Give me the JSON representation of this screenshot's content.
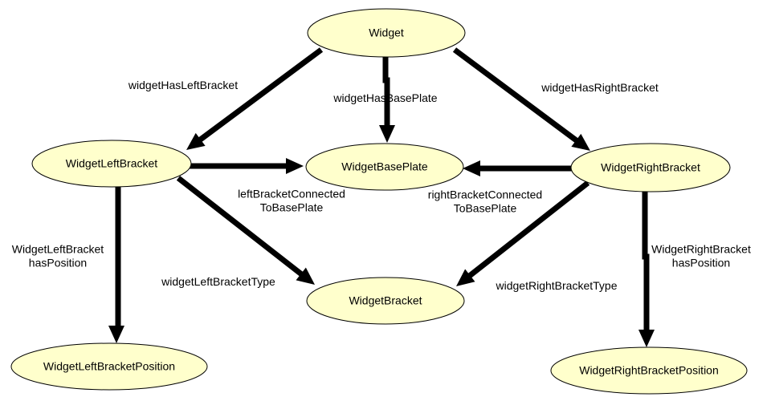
{
  "colors": {
    "node_fill": "#ffffcc",
    "node_stroke": "#000000",
    "edge": "#000000",
    "background": "#ffffff"
  },
  "nodes": [
    {
      "id": "widget",
      "label": "Widget"
    },
    {
      "id": "widget-left-bracket",
      "label": "WidgetLeftBracket"
    },
    {
      "id": "widget-base-plate",
      "label": "WidgetBasePlate"
    },
    {
      "id": "widget-right-bracket",
      "label": "WidgetRightBracket"
    },
    {
      "id": "widget-bracket",
      "label": "WidgetBracket"
    },
    {
      "id": "widget-left-bracket-position",
      "label": "WidgetLeftBracketPosition"
    },
    {
      "id": "widget-right-bracket-position",
      "label": "WidgetRightBracketPosition"
    }
  ],
  "edges": [
    {
      "id": "widget-has-left-bracket",
      "from": "widget",
      "to": "widget-left-bracket",
      "label": [
        "widgetHasLeftBracket"
      ]
    },
    {
      "id": "widget-has-base-plate",
      "from": "widget",
      "to": "widget-base-plate",
      "label": [
        "widgetHasBasePlate"
      ]
    },
    {
      "id": "widget-has-right-bracket",
      "from": "widget",
      "to": "widget-right-bracket",
      "label": [
        "widgetHasRightBracket"
      ]
    },
    {
      "id": "left-bracket-connected-to-base-plate",
      "from": "widget-left-bracket",
      "to": "widget-base-plate",
      "label": [
        "leftBracketConnected",
        "ToBasePlate"
      ]
    },
    {
      "id": "right-bracket-connected-to-base-plate",
      "from": "widget-right-bracket",
      "to": "widget-base-plate",
      "label": [
        "rightBracketConnected",
        "ToBasePlate"
      ]
    },
    {
      "id": "widget-left-bracket-type",
      "from": "widget-left-bracket",
      "to": "widget-bracket",
      "label": [
        "widgetLeftBracketType"
      ]
    },
    {
      "id": "widget-right-bracket-type",
      "from": "widget-right-bracket",
      "to": "widget-bracket",
      "label": [
        "widgetRightBracketType"
      ]
    },
    {
      "id": "widget-left-bracket-has-position",
      "from": "widget-left-bracket",
      "to": "widget-left-bracket-position",
      "label": [
        "WidgetLeftBracket",
        "hasPosition"
      ]
    },
    {
      "id": "widget-right-bracket-has-position",
      "from": "widget-right-bracket",
      "to": "widget-right-bracket-position",
      "label": [
        "WidgetRightBracket",
        "hasPosition"
      ]
    }
  ]
}
